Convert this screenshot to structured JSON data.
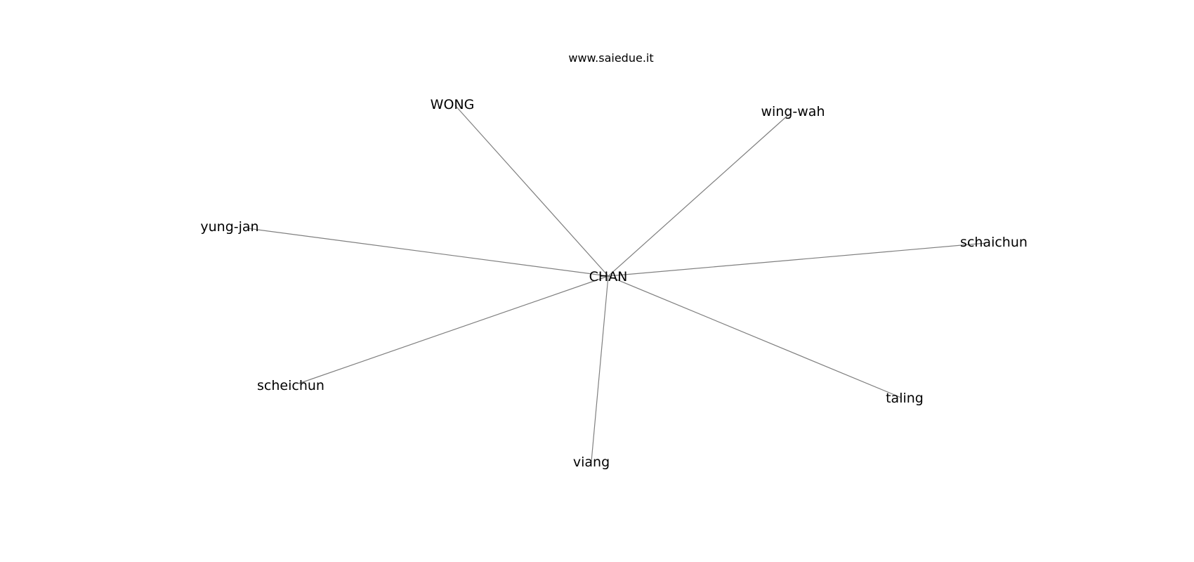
{
  "watermark": "www.saiedue.it",
  "colors": {
    "edge": "#7f7f7f",
    "label": "#000000",
    "background": "#ffffff"
  },
  "graph": {
    "center": "CHAN",
    "nodes": [
      {
        "id": "center",
        "label": "CHAN"
      },
      {
        "id": "wong",
        "label": "WONG"
      },
      {
        "id": "wing-wah",
        "label": "wing-wah"
      },
      {
        "id": "yung-jan",
        "label": "yung-jan"
      },
      {
        "id": "schaichun",
        "label": "schaichun"
      },
      {
        "id": "scheichun",
        "label": "scheichun"
      },
      {
        "id": "viang",
        "label": "viang"
      },
      {
        "id": "taling",
        "label": "taling"
      }
    ],
    "edges": [
      [
        "center",
        "wong"
      ],
      [
        "center",
        "wing-wah"
      ],
      [
        "center",
        "yung-jan"
      ],
      [
        "center",
        "schaichun"
      ],
      [
        "center",
        "scheichun"
      ],
      [
        "center",
        "viang"
      ],
      [
        "center",
        "taling"
      ]
    ]
  }
}
